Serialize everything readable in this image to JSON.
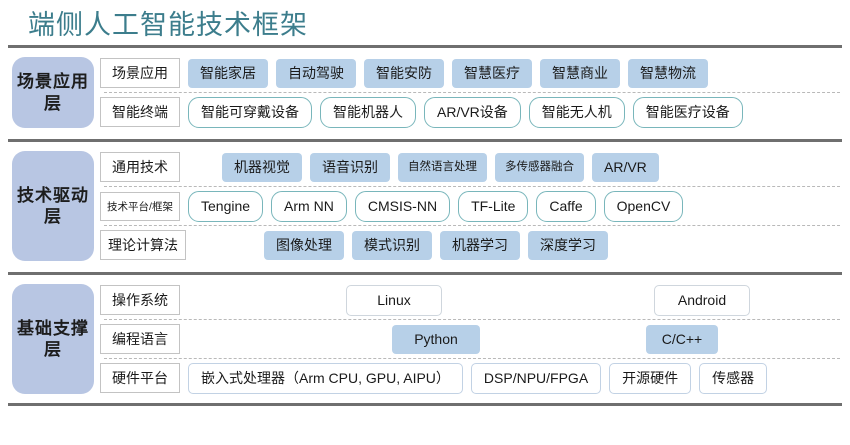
{
  "title": "端侧人工智能技术框架",
  "accent_color": "#3c7d8c",
  "chip_fill_color": "#b7d0e8",
  "layer_label_color": "#b8c6e3",
  "teal_border_color": "#79b6bb",
  "layers": [
    {
      "name": "场景应用层",
      "rows": [
        {
          "label": "场景应用",
          "items": [
            "智能家居",
            "自动驾驶",
            "智能安防",
            "智慧医疗",
            "智慧商业",
            "智慧物流"
          ]
        },
        {
          "label": "智能终端",
          "items": [
            "智能可穿戴设备",
            "智能机器人",
            "AR/VR设备",
            "智能无人机",
            "智能医疗设备"
          ]
        }
      ]
    },
    {
      "name": "技术驱动层",
      "rows": [
        {
          "label": "通用技术",
          "items": [
            "机器视觉",
            "语音识别",
            "自然语言处理",
            "多传感器融合",
            "AR/VR"
          ]
        },
        {
          "label": "技术平台/框架",
          "items": [
            "Tengine",
            "Arm NN",
            "CMSIS-NN",
            "TF-Lite",
            "Caffe",
            "OpenCV"
          ]
        },
        {
          "label": "理论计算法",
          "items": [
            "图像处理",
            "模式识别",
            "机器学习",
            "深度学习"
          ]
        }
      ]
    },
    {
      "name": "基础支撑层",
      "rows": [
        {
          "label": "操作系统",
          "items": [
            "Linux",
            "Android"
          ]
        },
        {
          "label": "编程语言",
          "items": [
            "Python",
            "C/C++"
          ]
        },
        {
          "label": "硬件平台",
          "items": [
            "嵌入式处理器（Arm CPU, GPU, AIPU）",
            "DSP/NPU/FPGA",
            "开源硬件",
            "传感器"
          ]
        }
      ]
    }
  ]
}
